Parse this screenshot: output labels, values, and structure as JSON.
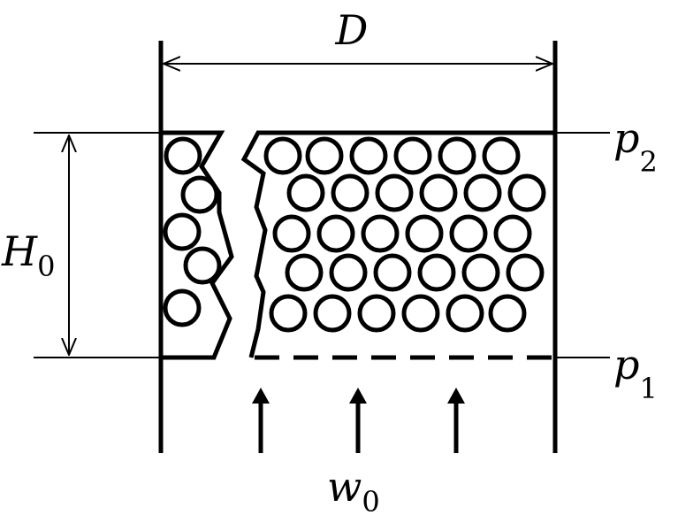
{
  "labels": {
    "diameter": "D",
    "height_var": "H",
    "height_sub": "0",
    "pressure_top_var": "p",
    "pressure_top_sub": "2",
    "pressure_bottom_var": "p",
    "pressure_bottom_sub": "1",
    "velocity_var": "w",
    "velocity_sub": "0"
  },
  "colors": {
    "ink": "#000000",
    "paper": "#ffffff"
  }
}
